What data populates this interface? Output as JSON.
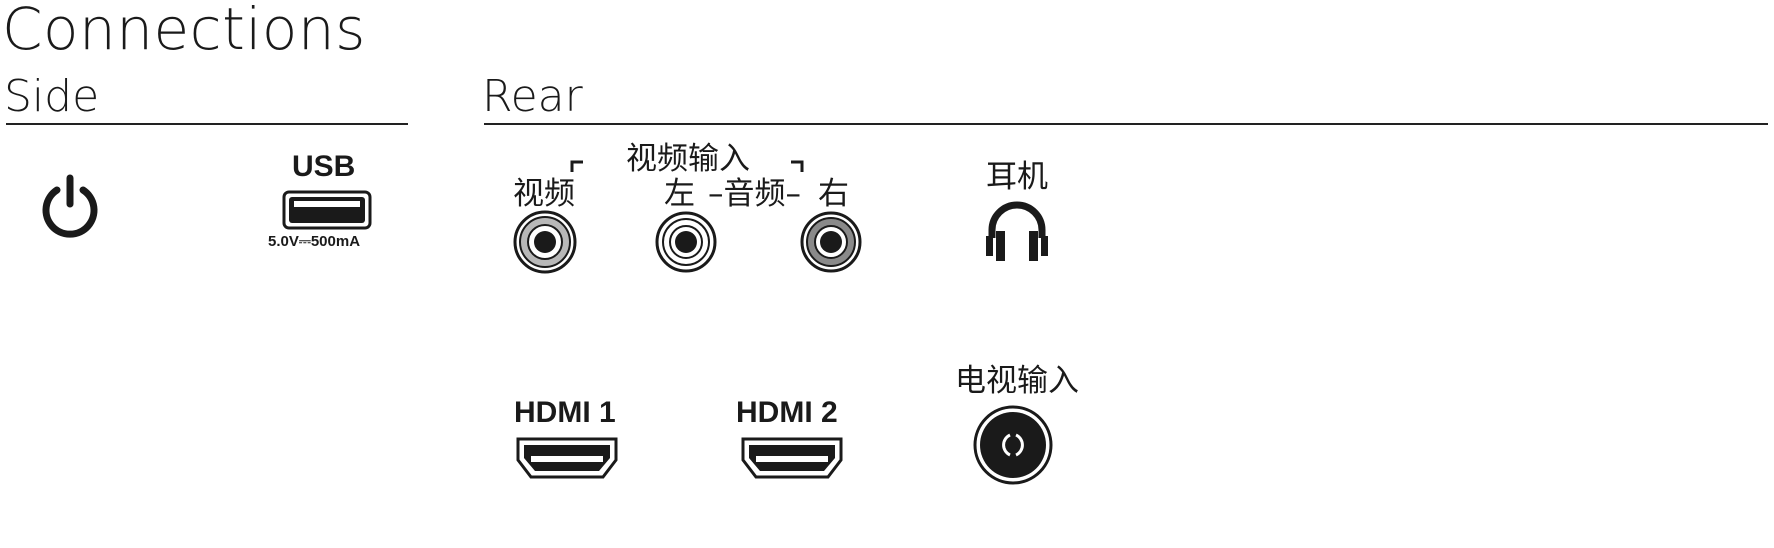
{
  "page": {
    "title": "Connections",
    "side": {
      "heading": "Side",
      "usb_label": "USB",
      "usb_rating": "5.0V⎓500mA",
      "icons": [
        "power-icon",
        "usb-port-icon"
      ]
    },
    "rear": {
      "heading": "Rear",
      "av_group_label": "视频输入",
      "video_label": "视频",
      "audio_left_label": "左",
      "audio_label": "–音频–",
      "audio_right_label": "右",
      "headphone_label": "耳机",
      "hdmi1_label": "HDMI 1",
      "hdmi2_label": "HDMI 2",
      "antenna_label": "电视输入",
      "icons": [
        "rca-video-jack-icon",
        "rca-audio-left-jack-icon",
        "rca-audio-right-jack-icon",
        "headphone-icon",
        "hdmi-port-icon",
        "antenna-coax-icon"
      ]
    },
    "colors": {
      "ink": "#1a1a1a",
      "video_jack_ring": "#b8b8b8",
      "left_jack_ring": "#ffffff",
      "right_jack_ring": "#8a8a8a"
    }
  }
}
